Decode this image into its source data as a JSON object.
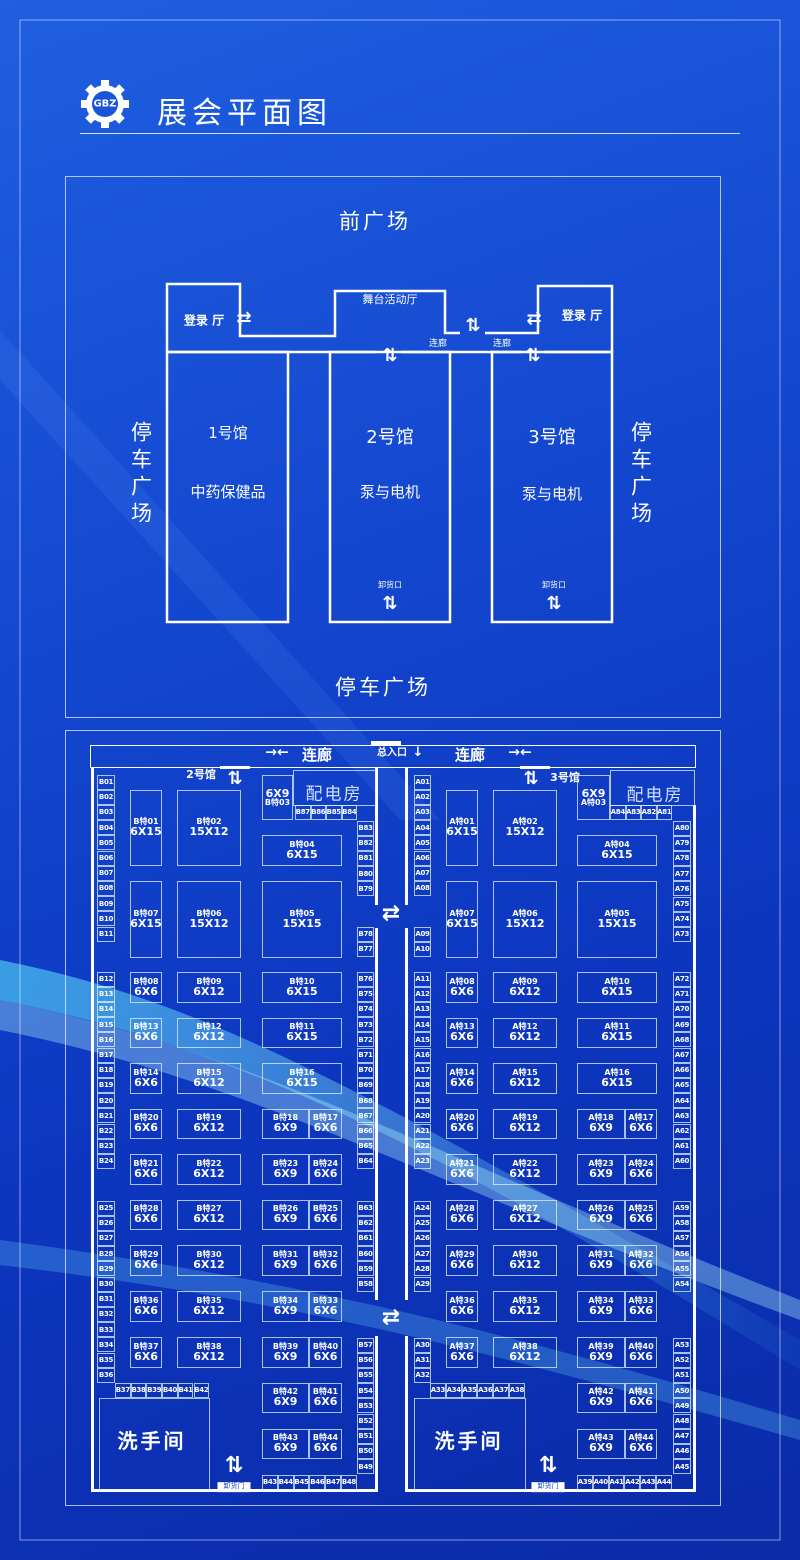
{
  "header": {
    "logo_text": "GBZ",
    "title": "展会平面图"
  },
  "overview": {
    "front_plaza": "前广场",
    "parking_left": "停车广场",
    "parking_right": "停车广场",
    "parking_bottom": "停车广场",
    "registration_left": "登录 厅",
    "registration_right": "登录 厅",
    "stage": "舞台活动厅",
    "corridor_left": "连廊",
    "corridor_right": "连廊",
    "halls": [
      {
        "name": "1号馆",
        "category": "中药保健品"
      },
      {
        "name": "2号馆",
        "category": "泵与电机",
        "loading": "卸货口"
      },
      {
        "name": "3号馆",
        "category": "泵与电机",
        "loading": "卸货口"
      }
    ]
  },
  "floor": {
    "corridor_left": "连廊",
    "corridor_right": "连廊",
    "entrance": "总入口",
    "hall_b_label": "2号馆",
    "hall_a_label": "3号馆",
    "power_room_b": "配电房",
    "power_room_a": "配电房",
    "restroom_b": "洗手间",
    "restroom_a": "洗手间",
    "loading_b": "卸货门",
    "loading_a": "卸货门",
    "sizes": [
      "6X15",
      "15X12",
      "6X9",
      "6X15",
      "15X15",
      "15X12",
      "6X15",
      "6X6",
      "6X12",
      "6X15",
      "6X15",
      "6X12",
      "6X6",
      "6X6",
      "6X12",
      "6X15",
      "6X6",
      "6X9",
      "6X12",
      "6X6",
      "6X6",
      "6X12",
      "6X9",
      "6X6",
      "6X6",
      "6X9",
      "6X12",
      "6X6",
      "6X6",
      "6X12",
      "6X9",
      "6X6",
      "6X6",
      "6X9",
      "6X12",
      "6X6",
      "6X6",
      "6X12",
      "6X9",
      "6X6",
      "6X6",
      "6X9",
      "6X9",
      "6X6"
    ],
    "b_special": [
      "B特01",
      "B特02",
      "B特03",
      "B特04",
      "B特05",
      "B特06",
      "B特07",
      "B特08",
      "B特09",
      "B特10",
      "B特11",
      "B特12",
      "B特13",
      "B特14",
      "B特15",
      "B特16",
      "B特17",
      "B特18",
      "B特19",
      "B特20",
      "B特21",
      "B特22",
      "B特23",
      "B特24",
      "B特25",
      "B特26",
      "B特27",
      "B特28",
      "B特29",
      "B特30",
      "B特31",
      "B特32",
      "B特33",
      "B特34",
      "B特35",
      "B特36",
      "B特37",
      "B特38",
      "B特39",
      "B特40",
      "B特41",
      "B特42",
      "B特43",
      "B特44"
    ],
    "a_special": [
      "A特01",
      "A特02",
      "A特03",
      "A特04",
      "A特05",
      "A特06",
      "A特07",
      "A特08",
      "A特09",
      "A特10",
      "A特11",
      "A特12",
      "A特13",
      "A特14",
      "A特15",
      "A特16",
      "A特17",
      "A特18",
      "A特19",
      "A特20",
      "A特21",
      "A特22",
      "A特23",
      "A特24",
      "A特25",
      "A特26",
      "A特27",
      "A特28",
      "A特29",
      "A特30",
      "A特31",
      "A特32",
      "A特33",
      "A特34",
      "A特35",
      "A特36",
      "A特37",
      "A特38",
      "A特39",
      "A特40",
      "A特41",
      "A特42",
      "A特43",
      "A特44"
    ],
    "b_left": [
      "B01",
      "B02",
      "B03",
      "B04",
      "B05",
      "B06",
      "B07",
      "B08",
      "B09",
      "B10",
      "B11",
      "B12",
      "B13",
      "B14",
      "B15",
      "B16",
      "B17",
      "B18",
      "B19",
      "B20",
      "B21",
      "B22",
      "B23",
      "B24",
      "B25",
      "B26",
      "B27",
      "B28",
      "B29",
      "B30",
      "B31",
      "B32",
      "B33",
      "B34",
      "B35",
      "B36"
    ],
    "b_right": [
      "B83",
      "B82",
      "B81",
      "B80",
      "B79",
      "B78",
      "B77",
      "B76",
      "B75",
      "B74",
      "B73",
      "B72",
      "B71",
      "B70",
      "B69",
      "B68",
      "B67",
      "B66",
      "B65",
      "B64",
      "B63",
      "B62",
      "B61",
      "B60",
      "B59",
      "B58",
      "B57",
      "B56",
      "B55",
      "B54",
      "B53",
      "B52",
      "B51",
      "B50",
      "B49"
    ],
    "b_top": [
      "B87",
      "B86",
      "B85",
      "B84"
    ],
    "b_bottom_left": [
      "B37",
      "B38",
      "B39",
      "B40",
      "B41",
      "B42"
    ],
    "b_bottom_right": [
      "B43",
      "B44",
      "B45",
      "B46",
      "B47",
      "B48"
    ],
    "a_left": [
      "A01",
      "A02",
      "A03",
      "A04",
      "A05",
      "A06",
      "A07",
      "A08",
      "A09",
      "A10",
      "A11",
      "A12",
      "A13",
      "A14",
      "A15",
      "A16",
      "A17",
      "A18",
      "A19",
      "A20",
      "A21",
      "A22",
      "A23",
      "A24",
      "A25",
      "A26",
      "A27",
      "A28",
      "A29",
      "A30",
      "A31",
      "A32"
    ],
    "a_right": [
      "A80",
      "A79",
      "A78",
      "A77",
      "A76",
      "A75",
      "A74",
      "A73",
      "A72",
      "A71",
      "A70",
      "A69",
      "A68",
      "A67",
      "A66",
      "A65",
      "A64",
      "A63",
      "A62",
      "A61",
      "A60",
      "A59",
      "A58",
      "A57",
      "A56",
      "A55",
      "A54",
      "A53",
      "A52",
      "A51",
      "A50",
      "A49",
      "A48",
      "A47",
      "A46",
      "A45"
    ],
    "a_top": [
      "A84",
      "A83",
      "A82",
      "A81"
    ],
    "a_bottom_left": [
      "A33",
      "A34",
      "A35",
      "A36",
      "A37",
      "A38"
    ],
    "a_bottom_right": [
      "A39",
      "A40",
      "A41",
      "A42",
      "A43",
      "A44"
    ]
  },
  "colors": {
    "background": "#1448d0",
    "line": "#ffffff",
    "highlight": "#4fe3ff"
  }
}
